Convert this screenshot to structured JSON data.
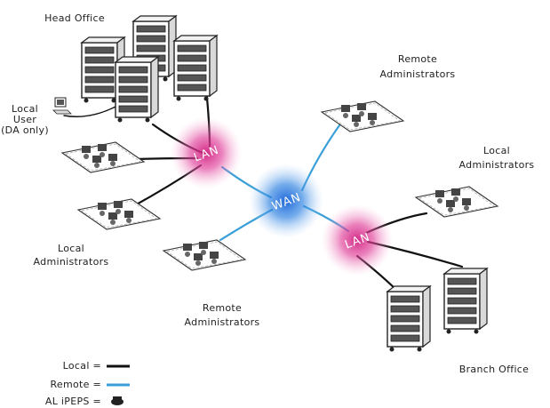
{
  "labels": {
    "head_office": "Head Office",
    "local_user_1": "Local",
    "local_user_2": "User",
    "local_user_3": "(DA only)",
    "remote_admins_top_1": "Remote",
    "remote_admins_top_2": "Administrators",
    "local_admins_right_1": "Local",
    "local_admins_right_2": "Administrators",
    "local_admins_left_1": "Local",
    "local_admins_left_2": "Administrators",
    "remote_admins_bottom_1": "Remote",
    "remote_admins_bottom_2": "Administrators",
    "branch_office": "Branch Office"
  },
  "hubs": {
    "lan_left": "LAN",
    "wan": "WAN",
    "lan_right": "LAN"
  },
  "legend": {
    "local": "Local =",
    "remote": "Remote =",
    "al_ipeps": "AL iPEPS ="
  },
  "colors": {
    "local_line": "#111111",
    "remote_line": "#3a9fd8",
    "lan_glow": "#e0409a",
    "wan_glow": "#2a7fe0"
  }
}
